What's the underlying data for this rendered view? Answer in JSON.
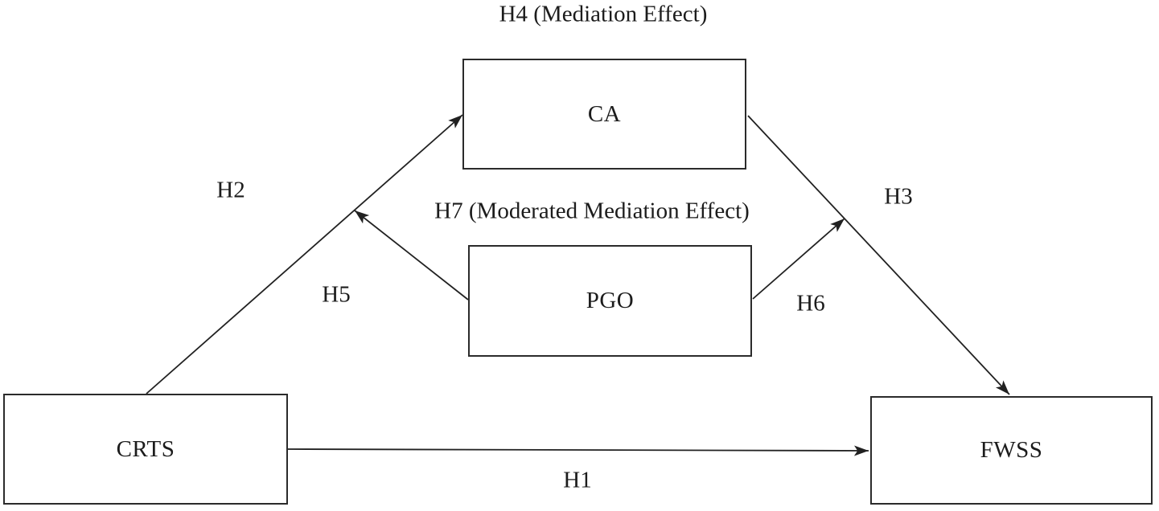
{
  "diagram": {
    "nodes": {
      "ca": {
        "label": "CA"
      },
      "pgo": {
        "label": "PGO"
      },
      "crts": {
        "label": "CRTS"
      },
      "fwss": {
        "label": "FWSS"
      }
    },
    "edge_labels": {
      "h1": "H1",
      "h2": "H2",
      "h3": "H3",
      "h4": "H4 (Mediation Effect)",
      "h5": "H5",
      "h6": "H6",
      "h7": "H7 (Moderated Mediation Effect)"
    },
    "edges": {
      "h1": "CRTS -> FWSS",
      "h2": "CRTS -> CA",
      "h3": "CA -> FWSS",
      "h5": "PGO -> (CRTS-CA path)",
      "h6": "PGO -> (CA-FWSS path)"
    },
    "colors": {
      "background": "#ffffff",
      "line": "#212121",
      "text": "#1c1c1c",
      "box_border": "#2b2b2b",
      "box_fill": "#ffffff"
    }
  }
}
